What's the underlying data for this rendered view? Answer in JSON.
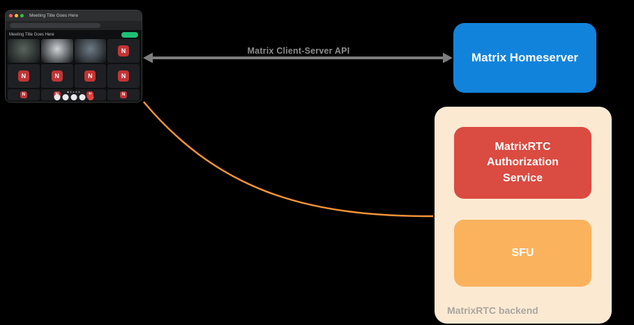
{
  "diagram": {
    "background": "#000000",
    "api_connection": {
      "label": "Matrix Client-Server API",
      "color": "#7d7d7d",
      "label_color": "#8c8c8c"
    },
    "media_connection": {
      "color": "#f79438"
    },
    "homeserver": {
      "label": "Matrix Homeserver",
      "color": "#1283da",
      "text_color": "#ffffff"
    },
    "backend": {
      "label": "MatrixRTC backend",
      "container_color": "#fce9d2",
      "label_color": "#aaa69f",
      "services": [
        {
          "label": "MatrixRTC Authorization Service",
          "color": "#da4b41"
        },
        {
          "label": "SFU",
          "color": "#fbb25d"
        }
      ]
    }
  },
  "client_window": {
    "tab_title": "Meeting Title Goes Here",
    "traffic_lights": [
      "#ff5f57",
      "#febc2e",
      "#28c840"
    ],
    "join_pill_color": "#1fbf76",
    "avatar_letter": "N",
    "avatar_color": "#c23434",
    "tiles": [
      {
        "type": "video",
        "tone": "#59655c"
      },
      {
        "type": "video",
        "tone": "#cdd3d6"
      },
      {
        "type": "video",
        "tone": "#6e7a84"
      },
      {
        "type": "avatar"
      },
      {
        "type": "avatar"
      },
      {
        "type": "avatar"
      },
      {
        "type": "avatar"
      },
      {
        "type": "avatar"
      },
      {
        "type": "avatar"
      },
      {
        "type": "avatar"
      },
      {
        "type": "avatar"
      },
      {
        "type": "avatar"
      }
    ],
    "controls": [
      "mic",
      "camera",
      "screenshare",
      "more",
      "hangup"
    ],
    "pagination_dots": 5
  }
}
